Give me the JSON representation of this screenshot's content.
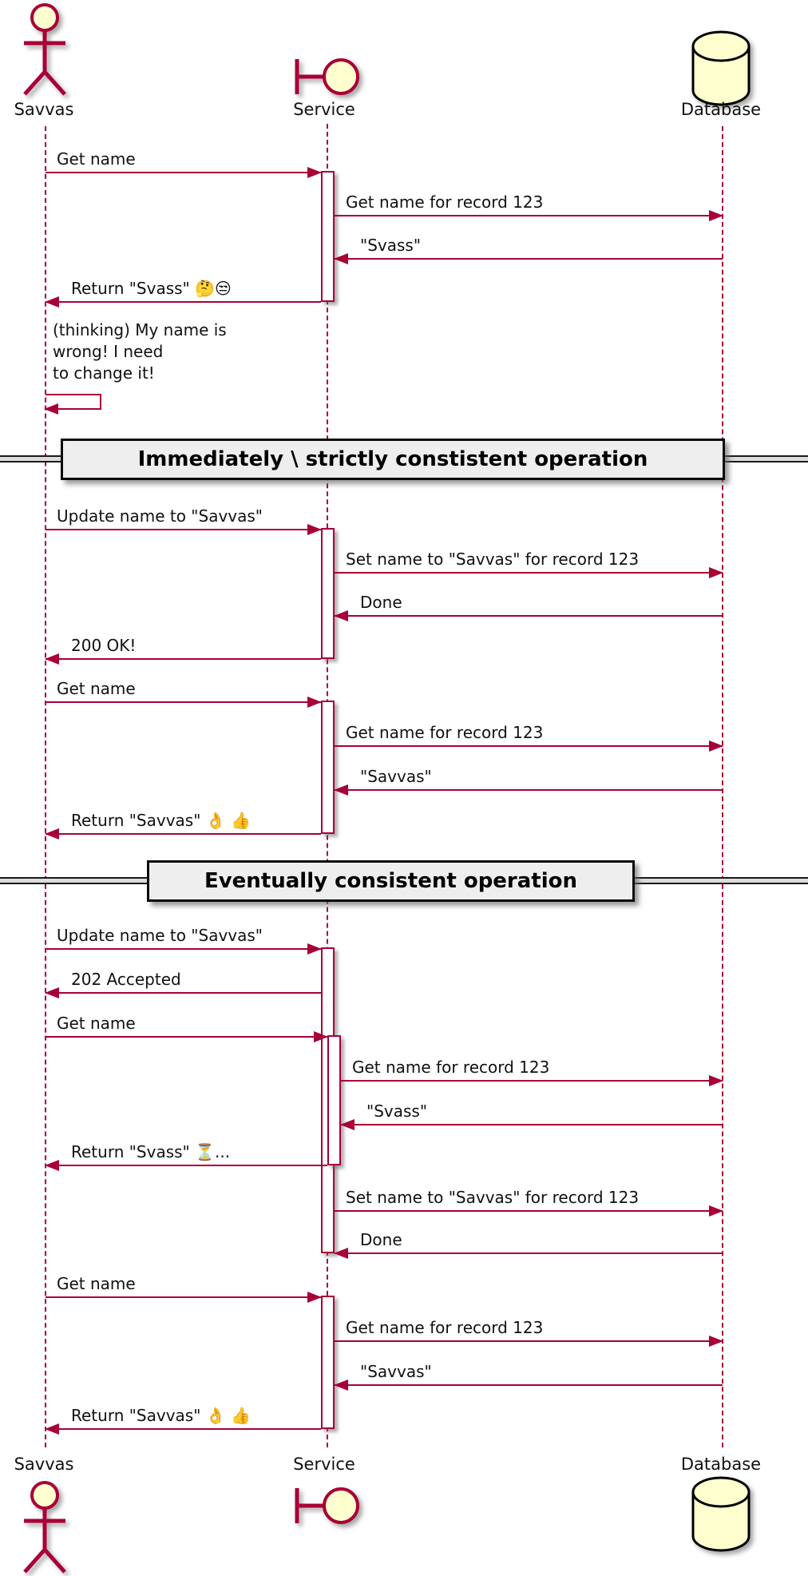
{
  "diagram": {
    "type": "uml-sequence",
    "participants": [
      {
        "label": "Savvas",
        "kind": "actor"
      },
      {
        "label": "Service",
        "kind": "boundary"
      },
      {
        "label": "Database",
        "kind": "database"
      }
    ],
    "dividers": [
      {
        "label": "Immediately \\ strictly constistent operation"
      },
      {
        "label": "Eventually consistent operation"
      }
    ],
    "messages": [
      {
        "from": "Savvas",
        "to": "Service",
        "text": "Get name"
      },
      {
        "from": "Service",
        "to": "Database",
        "text": "Get name for record 123"
      },
      {
        "from": "Database",
        "to": "Service",
        "text": "\"Svass\""
      },
      {
        "from": "Service",
        "to": "Savvas",
        "text": "Return \"Svass\" 🤔😒"
      },
      {
        "from": "Savvas",
        "to": "Savvas",
        "kind": "self",
        "lines": [
          "(thinking) My name is",
          "wrong! I need",
          "to change it!"
        ]
      },
      {
        "from": "Savvas",
        "to": "Service",
        "text": "Update name to \"Savvas\""
      },
      {
        "from": "Service",
        "to": "Database",
        "text": "Set name to \"Savvas\" for record 123"
      },
      {
        "from": "Database",
        "to": "Service",
        "text": "Done"
      },
      {
        "from": "Service",
        "to": "Savvas",
        "text": "200 OK!"
      },
      {
        "from": "Savvas",
        "to": "Service",
        "text": "Get name"
      },
      {
        "from": "Service",
        "to": "Database",
        "text": "Get name for record 123"
      },
      {
        "from": "Database",
        "to": "Service",
        "text": "\"Savvas\""
      },
      {
        "from": "Service",
        "to": "Savvas",
        "text": "Return \"Savvas\" 👌 👍"
      },
      {
        "from": "Savvas",
        "to": "Service",
        "text": "Update name to \"Savvas\""
      },
      {
        "from": "Service",
        "to": "Savvas",
        "text": "202 Accepted"
      },
      {
        "from": "Savvas",
        "to": "Service",
        "text": "Get name"
      },
      {
        "from": "Service",
        "to": "Database",
        "text": "Get name for record 123"
      },
      {
        "from": "Database",
        "to": "Service",
        "text": "\"Svass\""
      },
      {
        "from": "Service",
        "to": "Savvas",
        "text": "Return \"Svass\" ⏳..."
      },
      {
        "from": "Service",
        "to": "Database",
        "text": "Set name to \"Savvas\" for record 123"
      },
      {
        "from": "Database",
        "to": "Service",
        "text": "Done"
      },
      {
        "from": "Savvas",
        "to": "Service",
        "text": "Get name"
      },
      {
        "from": "Service",
        "to": "Database",
        "text": "Get name for record 123"
      },
      {
        "from": "Database",
        "to": "Service",
        "text": "\"Savvas\""
      },
      {
        "from": "Service",
        "to": "Savvas",
        "text": "Return \"Savvas\" 👌 👍"
      }
    ],
    "colors": {
      "line": "#A80036",
      "shape_fill": "#FEFECE",
      "divider_fill": "#EEEEEE",
      "text": "#111111",
      "database_outline": "#000000"
    }
  }
}
